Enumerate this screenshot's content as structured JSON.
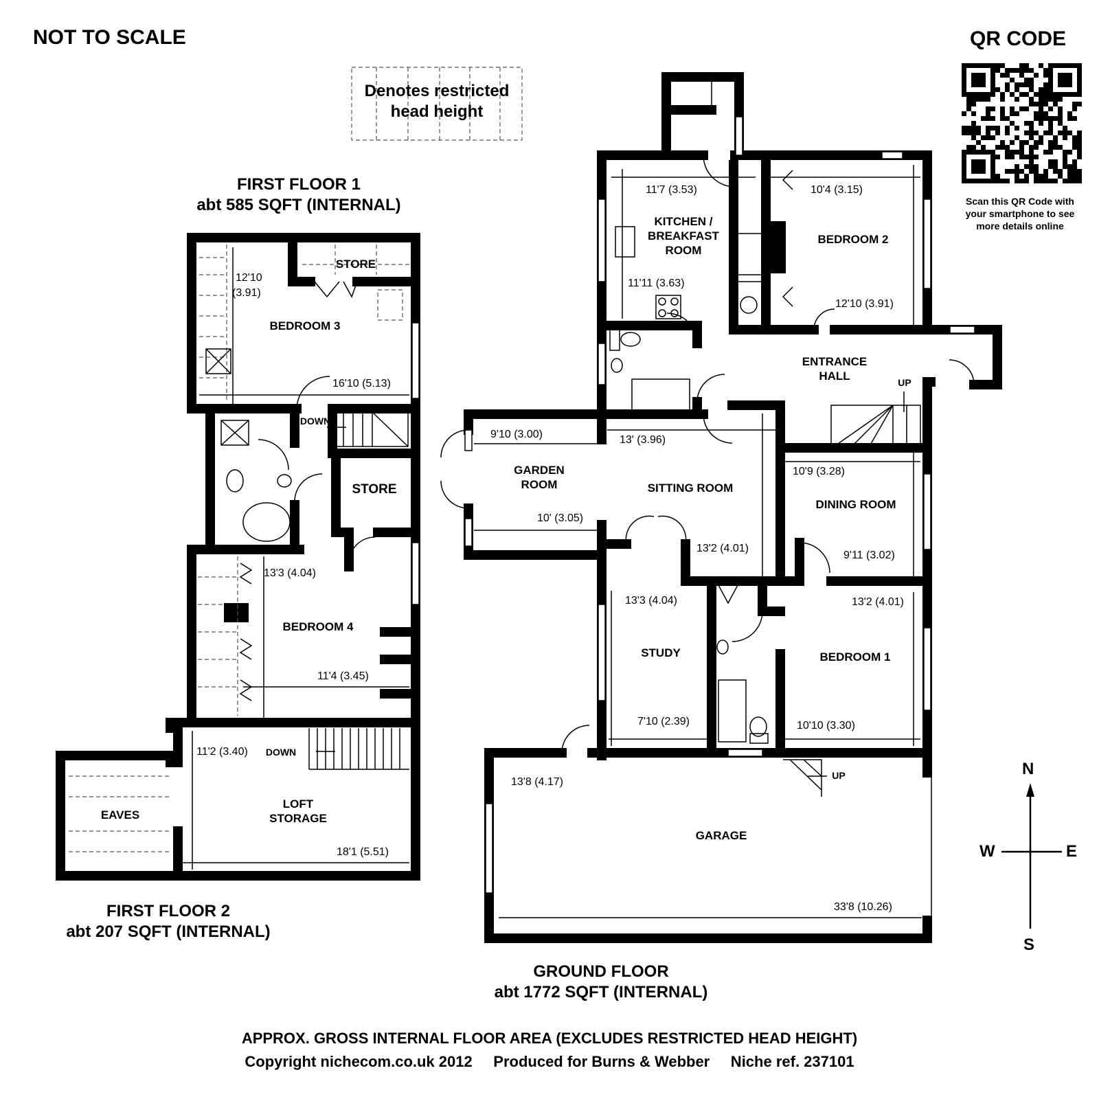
{
  "header": {
    "not_to_scale": "NOT TO SCALE",
    "legend": "Denotes restricted head height",
    "qr_title": "QR CODE",
    "qr_caption": "Scan this QR Code with your smartphone to see more details online"
  },
  "floors": {
    "first1": {
      "title": "FIRST FLOOR 1",
      "area": "abt 585 SQFT (INTERNAL)"
    },
    "first2": {
      "title": "FIRST FLOOR 2",
      "area": "abt 207 SQFT (INTERNAL)"
    },
    "ground": {
      "title": "GROUND FLOOR",
      "area": "abt 1772 SQFT (INTERNAL)"
    }
  },
  "rooms": {
    "store_top": "STORE",
    "bedroom3": "BEDROOM 3",
    "store_mid": "STORE",
    "bedroom4": "BEDROOM 4",
    "eaves": "EAVES",
    "loft": "LOFT STORAGE",
    "kitchen": "KITCHEN / BREAKFAST ROOM",
    "bedroom2": "BEDROOM 2",
    "entrance": "ENTRANCE HALL",
    "garden": "GARDEN ROOM",
    "sitting": "SITTING ROOM",
    "dining": "DINING ROOM",
    "study": "STUDY",
    "bedroom1": "BEDROOM 1",
    "garage": "GARAGE"
  },
  "labels": {
    "down1": "DOWN",
    "down2": "DOWN",
    "up1": "UP",
    "up2": "UP"
  },
  "dims": {
    "b3_w": "12'10",
    "b3_w_m": "(3.91)",
    "b3_l": "16'10 (5.13)",
    "b4_h": "13'3 (4.04)",
    "b4_w": "11'4 (3.45)",
    "loft_h": "11'2 (3.40)",
    "loft_w": "18'1 (5.51)",
    "kit_w": "11'7 (3.53)",
    "kit_h": "11'11 (3.63)",
    "b2_w": "10'4 (3.15)",
    "b2_h": "12'10 (3.91)",
    "gr_w": "9'10 (3.00)",
    "gr_w2": "10' (3.05)",
    "sit_w": "13' (3.96)",
    "sit_h": "13'2 (4.01)",
    "din_w": "10'9 (3.28)",
    "din_h": "9'11 (3.02)",
    "study_h": "13'3 (4.04)",
    "study_w": "7'10 (2.39)",
    "b1_h": "13'2 (4.01)",
    "b1_w": "10'10 (3.30)",
    "gar_h": "13'8 (4.17)",
    "gar_w": "33'8 (10.26)"
  },
  "compass": {
    "n": "N",
    "s": "S",
    "w": "W",
    "e": "E"
  },
  "footer": {
    "line1": "APPROX. GROSS INTERNAL FLOOR AREA (EXCLUDES RESTRICTED HEAD HEIGHT)",
    "line2": "Copyright nichecom.co.uk 2012     Produced for Burns & Webber     Niche ref. 237101"
  }
}
